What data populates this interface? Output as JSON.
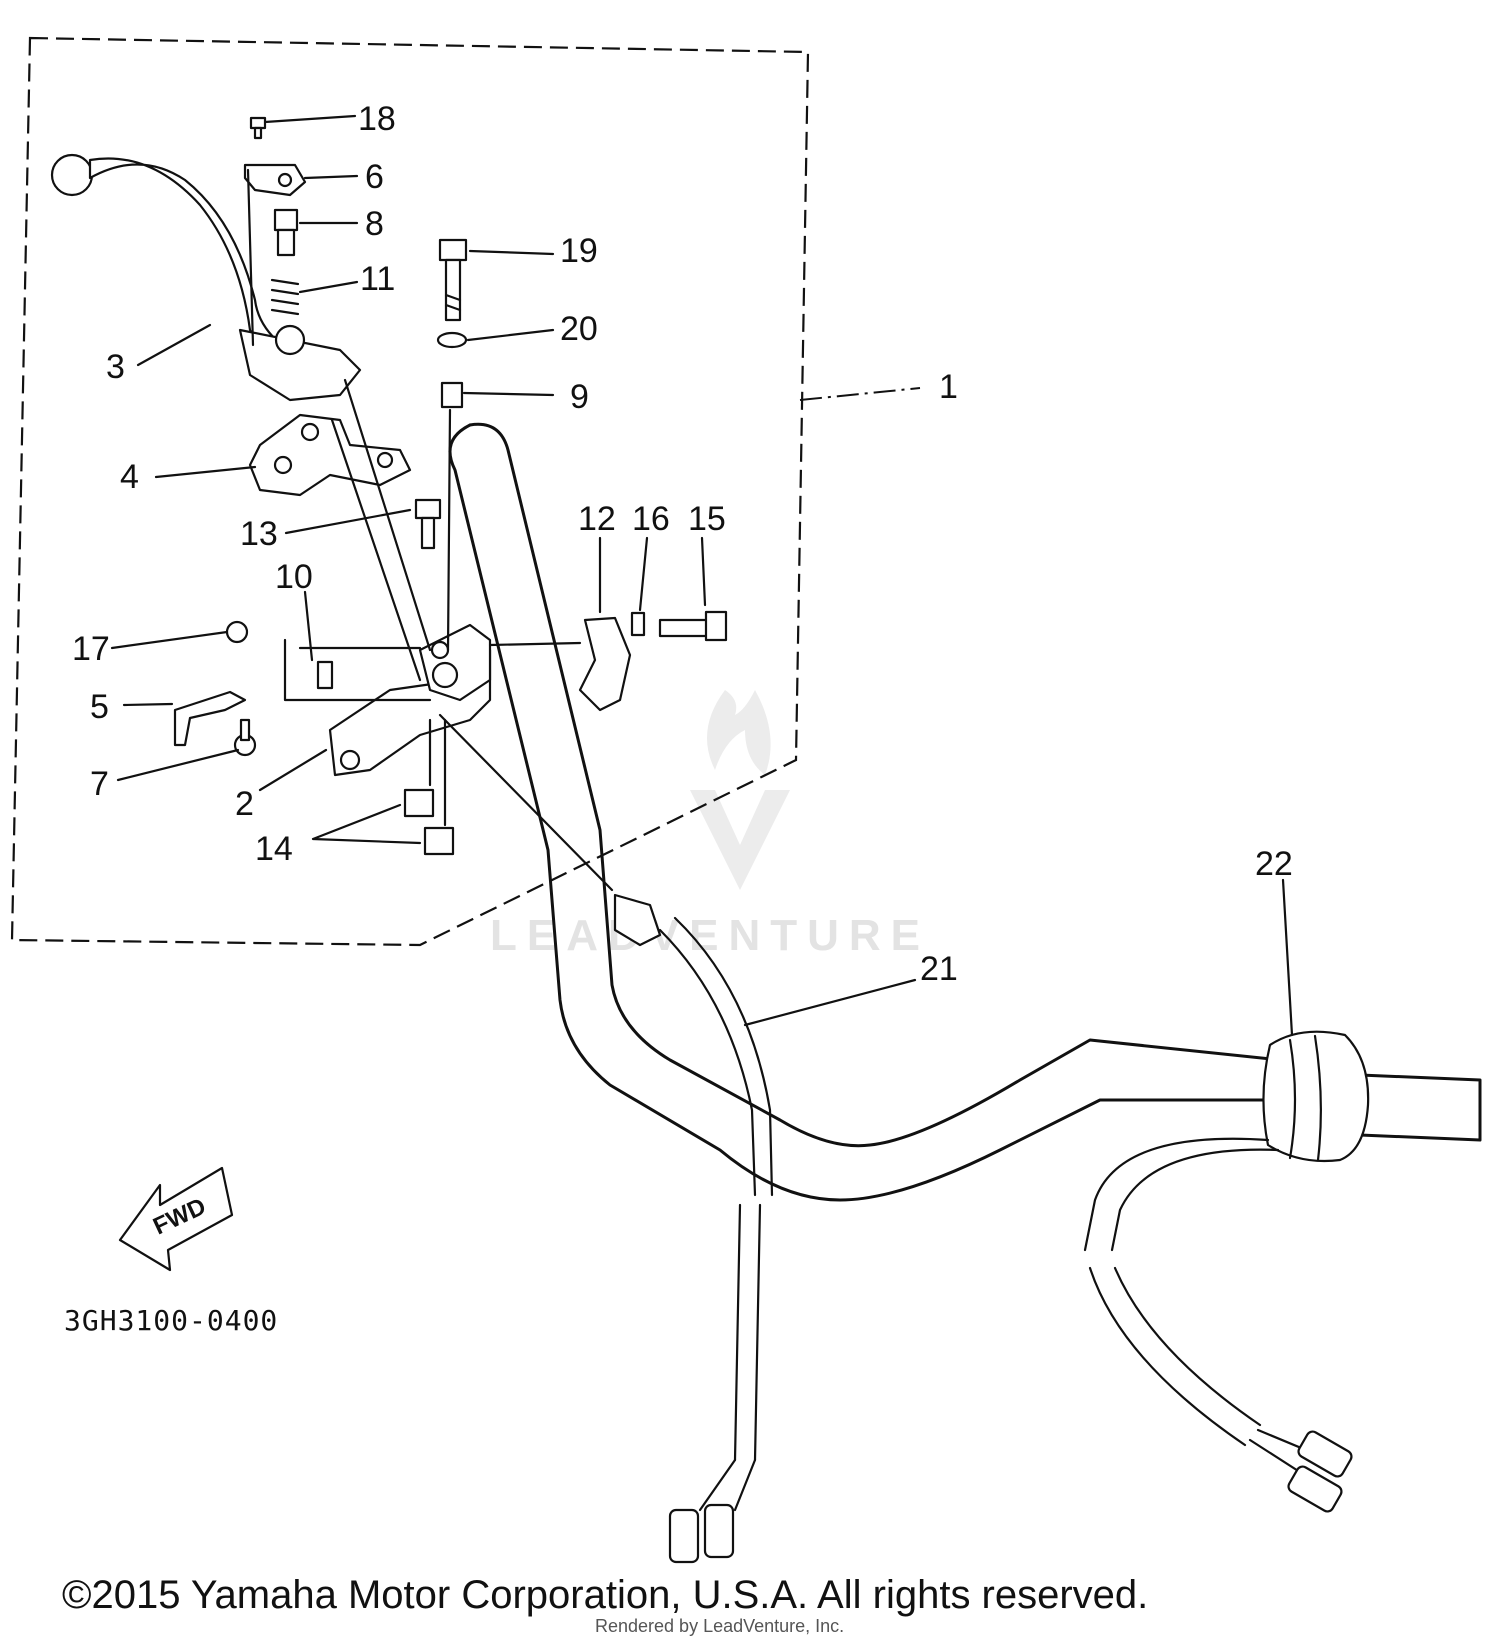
{
  "diagram": {
    "part_code": "3GH3100-0400",
    "fwd_label": "FWD",
    "watermark": "LEADVENTURE",
    "rendered_by": "Rendered by LeadVenture, Inc.",
    "copyright": "©2015 Yamaha Motor Corporation, U.S.A. All rights reserved.",
    "callouts": {
      "c1": "1",
      "c2": "2",
      "c3": "3",
      "c4": "4",
      "c5": "5",
      "c6": "6",
      "c7": "7",
      "c8": "8",
      "c9": "9",
      "c10": "10",
      "c11": "11",
      "c12": "12",
      "c13": "13",
      "c14": "14",
      "c15": "15",
      "c16": "16",
      "c17": "17",
      "c18": "18",
      "c19": "19",
      "c20": "20",
      "c21": "21",
      "c22": "22"
    }
  }
}
